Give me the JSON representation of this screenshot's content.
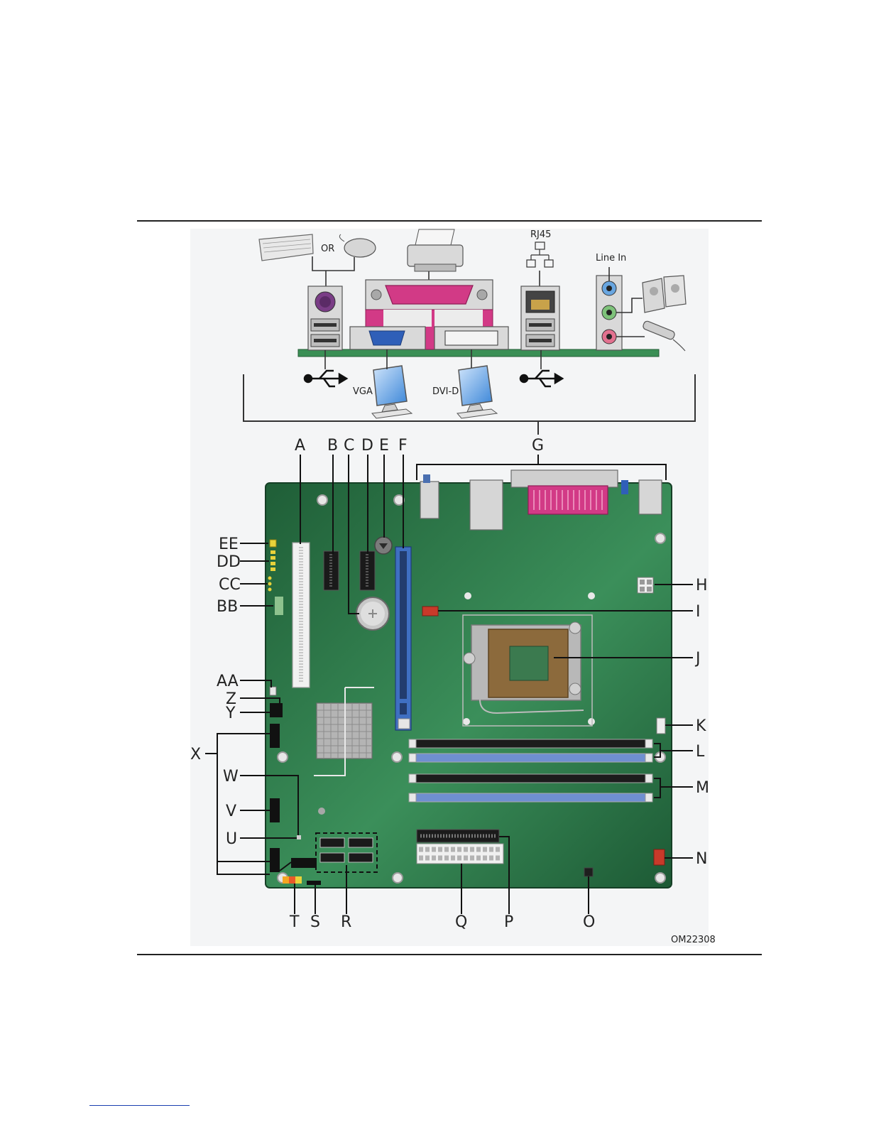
{
  "figure_id": "OM22308",
  "back_panel": {
    "or_text": "OR",
    "rj45_text": "RJ45",
    "line_in_text": "Line In",
    "vga_text": "VGA",
    "dvid_text": "DVI-D"
  },
  "callouts": {
    "A": "A",
    "B": "B",
    "C": "C",
    "D": "D",
    "E": "E",
    "F": "F",
    "G": "G",
    "H": "H",
    "I": "I",
    "J": "J",
    "K": "K",
    "L": "L",
    "M": "M",
    "N": "N",
    "O": "O",
    "P": "P",
    "Q": "Q",
    "R": "R",
    "S": "S",
    "T": "T",
    "U": "U",
    "V": "V",
    "W": "W",
    "X": "X",
    "Y": "Y",
    "Z": "Z",
    "AA": "AA",
    "BB": "BB",
    "CC": "CC",
    "DD": "DD",
    "EE": "EE"
  },
  "colors": {
    "board": "#2e7a4a",
    "pci_express": "#3f6fc2",
    "dimm_black": "#1c1c1c",
    "dimm_blue": "#6f8fd0",
    "parallel_port": "#d23a86",
    "fan_header": "#c83a2a",
    "link": "#1a3fb0"
  }
}
